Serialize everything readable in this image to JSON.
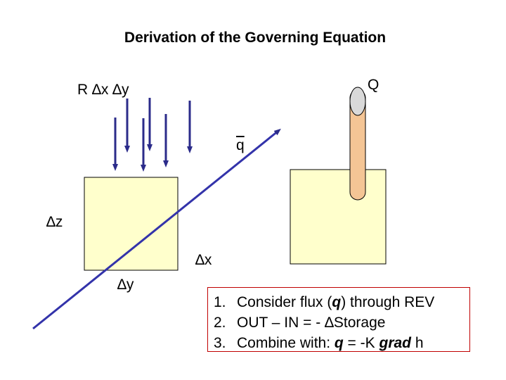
{
  "title": "Derivation of the Governing Equation",
  "labels": {
    "recharge": "R ∆x ∆y",
    "pumping": "Q",
    "flux": "q",
    "delta_z": "∆z",
    "delta_x": "∆x",
    "delta_y": "∆y"
  },
  "steps": [
    {
      "number": "1.",
      "parts": [
        {
          "text": "Consider flux (",
          "style": "plain"
        },
        {
          "text": "q",
          "style": "bold-italic"
        },
        {
          "text": ") through REV",
          "style": "plain"
        }
      ]
    },
    {
      "number": "2.",
      "parts": [
        {
          "text": "OUT – IN = - ∆Storage",
          "style": "plain"
        }
      ]
    },
    {
      "number": "3.",
      "parts": [
        {
          "text": "Combine with: ",
          "style": "plain"
        },
        {
          "text": "q",
          "style": "bold-italic"
        },
        {
          "text": " = -K ",
          "style": "plain"
        },
        {
          "text": "grad",
          "style": "bold-italic"
        },
        {
          "text": " h",
          "style": "plain"
        }
      ]
    }
  ],
  "colors": {
    "rev_fill": "#ffffcc",
    "rev_stroke": "#000000",
    "well_fill": "#f4c595",
    "well_top_fill": "#d9d9d9",
    "arrow_color": "#2b2b8a",
    "flux_line": "#3333aa",
    "steps_border": "#c00000"
  }
}
